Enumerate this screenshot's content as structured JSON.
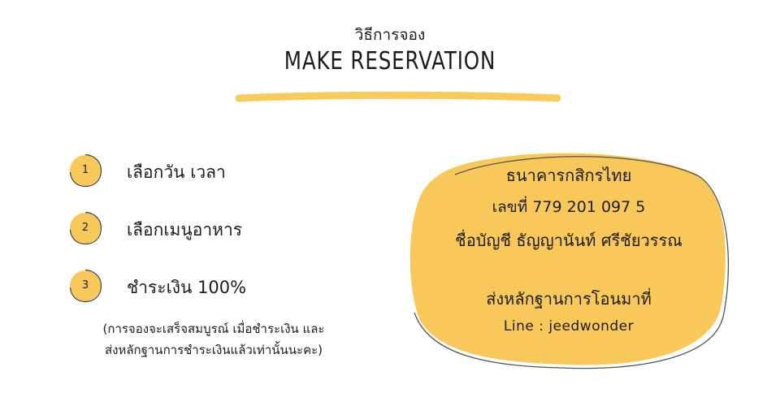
{
  "header": {
    "subtitle": "วิธีการจอง",
    "title": "MAKE RESERVATION"
  },
  "steps": [
    {
      "number": "1",
      "label": "เลือกวัน เวลา"
    },
    {
      "number": "2",
      "label": "เลือกเมนูอาหาร"
    },
    {
      "number": "3",
      "label": "ชำระเงิน 100%"
    }
  ],
  "note": {
    "line1": "(การจองจะเสร็จสมบูรณ์ เมื่อชำระเงิน และ",
    "line2": "ส่งหลักฐานการชำระเงินแล้วเท่านั้นนะคะ)"
  },
  "payment": {
    "bank": "ธนาคารกสิกรไทย",
    "account": "เลขที่ 779 201 097 5",
    "owner": "ชื่อบัญชี ธัญญานันท์ ศรีชัยวรรณ",
    "slip_instruction": "ส่งหลักฐานการโอนมาที่",
    "line_id": "Line : jeedwonder"
  },
  "colors": {
    "accent": "#f9c85a",
    "underline": "#f7cc5c",
    "outline": "#555555"
  }
}
